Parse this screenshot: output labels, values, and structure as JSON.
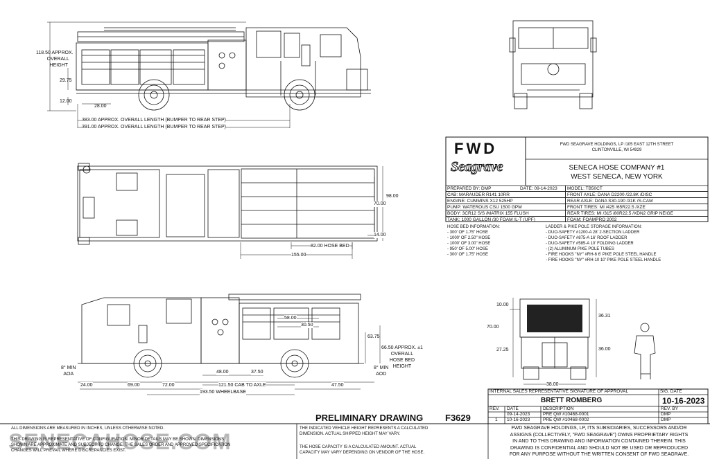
{
  "side_view_top": {
    "height_label": [
      "118.50 APPROX.",
      "OVERALL",
      "HEIGHT"
    ],
    "dim_29_75": "29.75",
    "dim_12": "12.00",
    "dim_28": "28.00",
    "length_383": "383.00 APPROX. OVERALL LENGTH (BUMPER TO REAR STEP)",
    "length_391": "391.00 APPROX. OVERALL LENGTH (BUMPER TO REAR STEP)"
  },
  "plan_view": {
    "dim_98": "98.00",
    "dim_70": "70.00",
    "dim_14": "14.00",
    "dim_82": "82.00 HOSE BED",
    "dim_155": "155.00"
  },
  "side_view_bottom": {
    "aoa": [
      "8° MIN",
      "AOA"
    ],
    "aod": [
      "8° MIN",
      "AOD"
    ],
    "dim_58": "58.00",
    "dim_30_50": "30.50",
    "dim_63_75": "63.75",
    "hose_bed_height": [
      "66.50 APPROX. ±1",
      "OVERALL",
      "HOSE BED",
      "HEIGHT"
    ],
    "dim_24": "24.00",
    "dim_69": "69.00",
    "dim_72": "72.00",
    "dim_48": "48.00",
    "dim_37_50": "37.50",
    "dim_121_50": "121.50 CAB TO AXLE",
    "dim_47_50": "47.50",
    "wheelbase": "193.50 WHEELBASE"
  },
  "rear_view": {
    "dim_10": "10.00",
    "dim_70": "70.00",
    "dim_27_25": "27.25",
    "dim_36_31": "36.31",
    "dim_36": "36.00",
    "dim_38": "38.00"
  },
  "title_block": {
    "brand": "FWD",
    "script_brand": "Seagrave",
    "company_address": [
      "FWD SEAGRAVE HOLDINGS, LP /105 EAST 12TH STREET",
      "CLINTONVILLE, WI 54929"
    ],
    "customer": [
      "SENECA HOSE COMPANY #1",
      "WEST SENECA, NEW YORK"
    ],
    "prepared": "PREPARED BY: DMP",
    "date": "DATE: 09-14-2023",
    "model": "MODEL: TB50CT",
    "left_specs": [
      "CAB: MARAUDER R141 10RR",
      "ENGINE: CUMMINS X12 525HP",
      "PUMP: WATEROUS CSU 1500 GPM",
      "BODY: 3CR12 S/S /MATRIX 155 FLUSH",
      "TANK: 1000 GALLON /30 FOAM /L-T (UPF)"
    ],
    "right_specs": [
      "FRONT AXLE: DANA D2200 /22.8K /DISC",
      "REAR AXLE: DANA S30-190 /31K /S-CAM",
      "FRONT TIRES: MI /425 /65R22.5 /XZE",
      "REAR TIRES: MI /315 /80R22.5 /XDN2 GRIP NEIGE",
      "FOAM: FOAMPRO 2002"
    ]
  },
  "hose_bed": {
    "title": "HOSE BED INFORMATION:",
    "items": [
      "- 300' OF 1.75\" HOSE",
      "- 1000' OF 2.50\" HOSE",
      "- 1000' OF 3.00\" HOSE",
      "- 950' OF 5.00\" HOSE",
      "- 300' OF 1.75\" HOSE"
    ]
  },
  "ladder": {
    "title": "LADDER & PIKE POLE STORAGE INFORMATION:",
    "items": [
      "- DUO-SAFETY #1200-A 28' 2-SECTION LADDER",
      "- DUO-SAFETY #875-A 16' ROOF LADDER",
      "- DUO-SAFETY #585-A 10' FOLDING LADDER",
      "- (2) ALUMINUM PIKE POLE TUBES",
      "- FIRE HOOKS \"NY\" #RH-6 6' PIKE POLE STEEL HANDLE",
      "- FIRE HOOKS \"NY\" #RH-10 10' PIKE POLE STEEL HANDLE"
    ]
  },
  "approval": {
    "header": "INTERNAL SALES REPRESENTATIVE SIGNATURE OF APPROVAL",
    "sig_date_header": "SIG. DATE",
    "name": "BRETT ROMBERG",
    "sig_date": "10-16-2023",
    "rev_headers": [
      "REV.",
      "DATE",
      "DESCRIPTION",
      "REV. BY"
    ],
    "revisions": [
      {
        "rev": "",
        "date": "09-14-2023",
        "desc": "PRE QW #10468-0001",
        "by": "DMP"
      },
      {
        "rev": "1",
        "date": "10-16-2023",
        "desc": "PRE QW #10468-0002",
        "by": "DMP"
      }
    ]
  },
  "footer": {
    "preliminary": "PRELIMINARY DRAWING",
    "drawing_no": "F3629",
    "left_note_1": "ALL DIMENSIONS ARE MEASURED IN INCHES, UNLESS OTHERWISE NOTED.",
    "left_note_2": [
      "THIS DRAWING IS REPRESENTATIVE OF CONFIGURATION. MINOR DETAILS MAY BE SHOWN. DIMENSIONS",
      "SHOWN ARE APPROXIMATE AND SUBJECT TO CHANGE. THE SALES ORDER AND APPROVED SPECIFICATION",
      "CHANGES WILL PREVAIL WHERE DISCREPANCIES EXIST."
    ],
    "mid_note_1": [
      "THE INDICATED VEHICLE HEIGHT REPRESENTS A CALCULATED",
      "DIMENSION.  ACTUAL SHIPPED HEIGHT MAY VARY."
    ],
    "mid_note_2": [
      "THE HOSE CAPACITY IS A CALCULATED AMOUNT.  ACTUAL",
      "CAPACITY MAY VARY DEPENDING ON VENDOR OF THE HOSE."
    ],
    "right_note": [
      "FWD SEAGRAVE HOLDINGS, LP, ITS SUBSIDIARIES, SUCCESSORS AND/OR",
      "ASSIGNS (COLLECTIVELY, \"FWD SEAGRAVE\") OWNS PROPRIETARY RIGHTS",
      "IN AND TO THIS DRAWING AND INFORMATION CONTAINED THEREIN. THIS",
      "DRAWING IS CONFIDENTIAL AND SHOULD NOT BE USED OR REPRODUCED",
      "FOR ANY PURPOSE WITHOUT THE WRITTEN CONSENT OF  FWD SEAGRAVE."
    ],
    "watermark": "SENECAHOSE.COM"
  }
}
